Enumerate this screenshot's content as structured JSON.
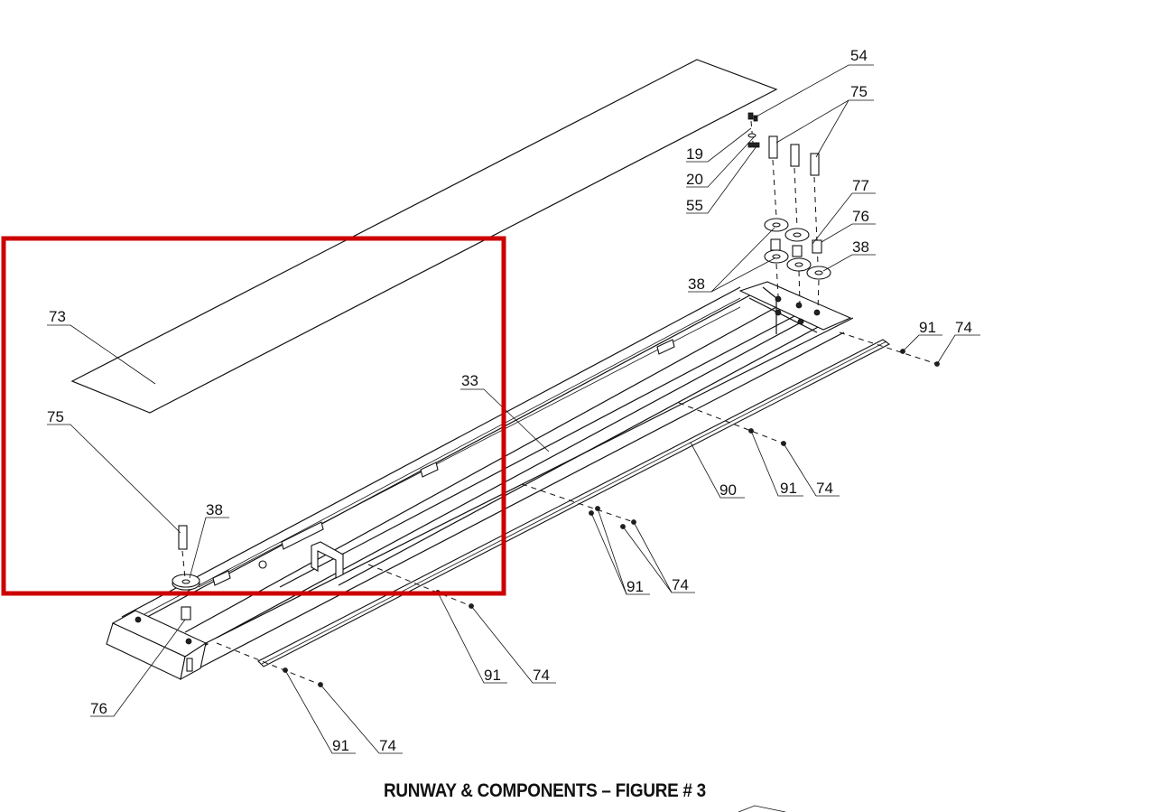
{
  "figure": {
    "caption": "RUNWAY & COMPONENTS – FIGURE # 3"
  },
  "callouts": {
    "c54": "54",
    "c75a": "75",
    "c19": "19",
    "c20": "20",
    "c55": "55",
    "c77": "77",
    "c76a": "76",
    "c38a": "38",
    "c38b": "38",
    "c91a": "91",
    "c74a": "74",
    "c73": "73",
    "c33": "33",
    "c75b": "75",
    "c38c": "38",
    "c90": "90",
    "c91b": "91",
    "c74b": "74",
    "c91c": "91",
    "c74c": "74",
    "c91d": "91",
    "c74d": "74",
    "c76b": "76",
    "c91e": "91",
    "c74e": "74"
  },
  "colors": {
    "highlight_box": "#cc0000",
    "line": "#111111"
  }
}
